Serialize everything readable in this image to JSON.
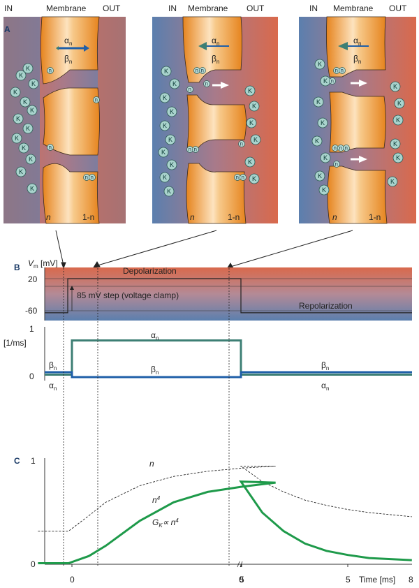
{
  "header": {
    "in": "IN",
    "membrane": "Membrane",
    "out": "OUT"
  },
  "panels": {
    "a": "A",
    "b": "B",
    "c": "C"
  },
  "panel_a": {
    "alpha": "α",
    "beta": "β",
    "sub": "n",
    "ion": "K",
    "gate": "n",
    "n_label": "n",
    "one_minus_n": "1-n"
  },
  "panel_b": {
    "vm_label": "V",
    "vm_sub": "m",
    "vm_unit": " [mV]",
    "ticks": [
      "20",
      "-60"
    ],
    "depolarization": "Depolarization",
    "repolarization": "Repolarization",
    "step": "85 mV step (voltage clamp)",
    "rate_unit": "[1/ms]",
    "rate_ticks": [
      "1",
      "0"
    ],
    "alpha": "α",
    "beta": "β",
    "sub": "n"
  },
  "panel_c": {
    "y_ticks": [
      "1",
      "0"
    ],
    "n_label": "n",
    "n4_label": "n",
    "n4_sup": "4",
    "gk_label": "G",
    "gk_sub": "K",
    "gk_prop": "∝ n",
    "gk_sup": "4",
    "x_ticks": [
      "0",
      "5",
      "0",
      "5",
      "8"
    ],
    "x_label": "Time [ms]"
  },
  "colors": {
    "inside_red": "#d9694c",
    "outside_blue": "#5b7fae",
    "membrane_orange": "#e8902a",
    "alpha_trace": "#3d7f74",
    "beta_trace": "#1f5fa8",
    "n4_trace": "#1e9a4a",
    "ion_fill": "#a9d3cd"
  },
  "chart_data": {
    "type": "line",
    "x_segments": [
      {
        "name": "Depolarization",
        "x_range": [
          -1,
          6
        ]
      },
      {
        "name": "Repolarization",
        "x_range": [
          0,
          8
        ]
      }
    ],
    "vm_mV": {
      "before": -65,
      "depolarization": 20,
      "after": -65
    },
    "rates_per_ms": {
      "alpha_depolarized": 0.75,
      "beta_depolarized": 0.0,
      "alpha_rest": 0.05,
      "beta_rest": 0.1
    },
    "series": [
      {
        "name": "n",
        "style": "dashed",
        "points_dep": [
          [
            -1,
            0.32
          ],
          [
            -0.1,
            0.32
          ],
          [
            0.5,
            0.47
          ],
          [
            1,
            0.6
          ],
          [
            2,
            0.76
          ],
          [
            3,
            0.85
          ],
          [
            4,
            0.9
          ],
          [
            5,
            0.93
          ],
          [
            6,
            0.95
          ]
        ],
        "points_rep": [
          [
            0,
            0.95
          ],
          [
            1,
            0.8
          ],
          [
            2,
            0.7
          ],
          [
            3,
            0.62
          ],
          [
            4,
            0.57
          ],
          [
            5,
            0.53
          ],
          [
            6,
            0.5
          ],
          [
            7,
            0.48
          ],
          [
            8,
            0.46
          ]
        ]
      },
      {
        "name": "n4",
        "style": "solid",
        "points_dep": [
          [
            -1,
            0.01
          ],
          [
            -0.1,
            0.01
          ],
          [
            0.5,
            0.08
          ],
          [
            1,
            0.18
          ],
          [
            2,
            0.42
          ],
          [
            3,
            0.6
          ],
          [
            4,
            0.7
          ],
          [
            5,
            0.75
          ],
          [
            6,
            0.79
          ]
        ],
        "points_rep": [
          [
            0,
            0.8
          ],
          [
            1,
            0.5
          ],
          [
            2,
            0.32
          ],
          [
            3,
            0.2
          ],
          [
            4,
            0.13
          ],
          [
            5,
            0.09
          ],
          [
            6,
            0.06
          ],
          [
            7,
            0.05
          ],
          [
            8,
            0.04
          ]
        ]
      }
    ],
    "ylim": [
      0,
      1
    ]
  }
}
